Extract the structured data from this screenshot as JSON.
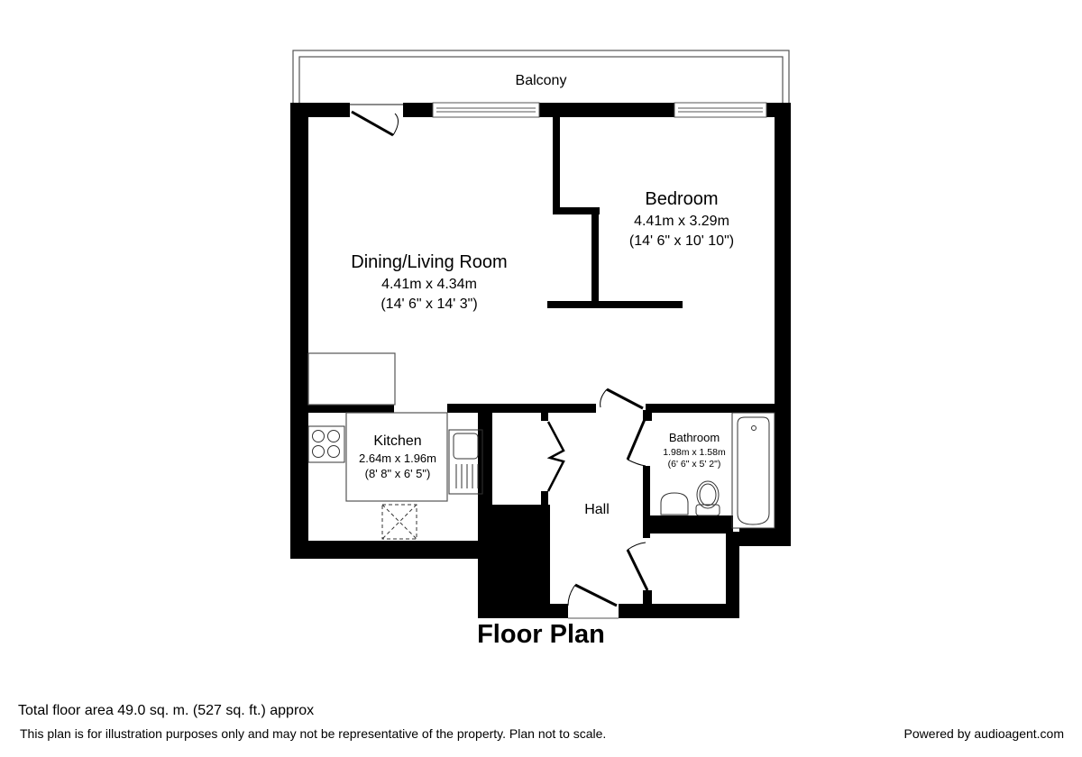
{
  "plan": {
    "title": "Floor Plan",
    "rooms": {
      "balcony": {
        "name": "Balcony"
      },
      "living": {
        "name": "Dining/Living Room",
        "metric": "4.41m x 4.34m",
        "imperial": "(14' 6\" x 14' 3\")"
      },
      "bedroom": {
        "name": "Bedroom",
        "metric": "4.41m x 3.29m",
        "imperial": "(14' 6\" x 10' 10\")"
      },
      "kitchen": {
        "name": "Kitchen",
        "metric": "2.64m x 1.96m",
        "imperial": "(8' 8\" x 6' 5\")"
      },
      "bathroom": {
        "name": "Bathroom",
        "metric": "1.98m x 1.58m",
        "imperial": "(6' 6\" x 5' 2\")"
      },
      "hall": {
        "name": "Hall"
      }
    }
  },
  "footer": {
    "total_area": "Total floor area 49.0 sq. m. (527 sq. ft.) approx",
    "disclaimer": "This plan is for illustration purposes only and may not be representative of the property. Plan not to scale.",
    "powered_by": "Powered by audioagent.com"
  },
  "colors": {
    "wall": "#000000",
    "background": "#ffffff",
    "outline": "#555555"
  }
}
